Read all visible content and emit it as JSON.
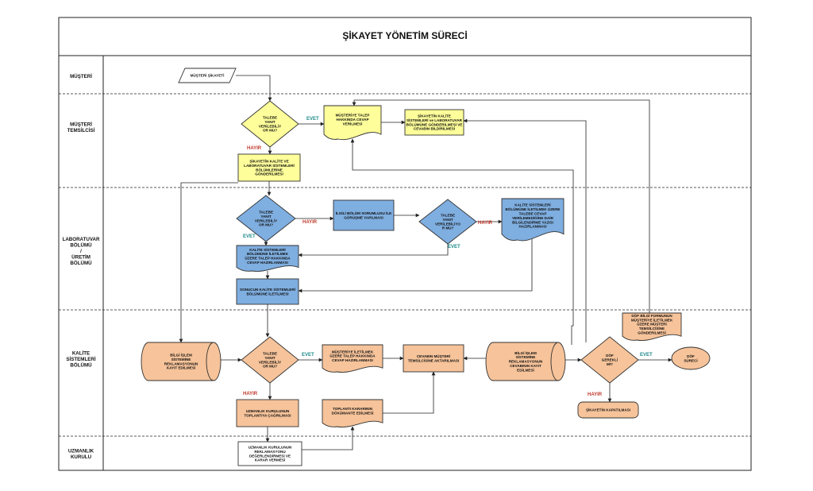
{
  "title": "ŞİKAYET YÖNETİM SÜRECİ",
  "colors": {
    "yellow": "#fefe9a",
    "blue": "#7faee0",
    "orange": "#f6c39a",
    "white": "#ffffff",
    "evet": "#1f8a8a",
    "hayir": "#c0392b"
  },
  "lanes": [
    {
      "id": "musteri",
      "label": [
        "MÜŞTERİ"
      ]
    },
    {
      "id": "temsilci",
      "label": [
        "MÜŞTERİ",
        "TEMSİLCİSİ"
      ]
    },
    {
      "id": "lab",
      "label": [
        "LABORATUVAR",
        "BÖLÜMÜ",
        "/",
        "ÜRETİM",
        "BÖLÜMÜ"
      ]
    },
    {
      "id": "kalite",
      "label": [
        "KALİTE",
        "SİSTEMLERİ",
        "BÖLÜMÜ"
      ]
    },
    {
      "id": "uzmanlik",
      "label": [
        "UZMANLIK",
        "KURULU"
      ]
    }
  ],
  "nodes": {
    "n1": {
      "shape": "parallelogram",
      "color": "white",
      "text": [
        "MÜŞTERİ ŞİKAYETİ"
      ]
    },
    "d1": {
      "shape": "diamond",
      "color": "yellow",
      "text": [
        "TALEBE",
        "YANIT",
        "VERİLEBİLİY",
        "OR MU?"
      ]
    },
    "n2": {
      "shape": "document",
      "color": "yellow",
      "text": [
        "MÜŞTERİYE TALEP",
        "HAKKINDA CEVAP",
        "VERİLMESİ"
      ]
    },
    "n3": {
      "shape": "rect",
      "color": "yellow",
      "text": [
        "ŞİKAYETİN KALİTE",
        "SİSTEMLERİ ve LABORATUVAR",
        "BÖLÜMÜNE GÖNDERİLMESİ VE",
        "CEVABIN BİLDİRİLMESİ"
      ]
    },
    "n4": {
      "shape": "rect",
      "color": "yellow",
      "text": [
        "ŞİKAYETİN KALİTE VE",
        "LABORATUVAR SİSTEMLERİ",
        "BÖLÜMLERİNE",
        "GÖNDERİLMESİ"
      ]
    },
    "d2": {
      "shape": "diamond",
      "color": "blue",
      "text": [
        "TALEBE",
        "YANIT",
        "VERİLEBİLİY",
        "OR MU?"
      ]
    },
    "n5": {
      "shape": "rect",
      "color": "blue",
      "text": [
        "İLGİLİ BÖLÜM SORUMLUSU İLE",
        "GÖRÜŞME YAPILMASI"
      ]
    },
    "d3": {
      "shape": "diamond",
      "color": "blue",
      "text": [
        "TALEBE",
        "YANIT",
        "VERİLEBİLİYO",
        "R MU?"
      ]
    },
    "n6": {
      "shape": "document",
      "color": "blue",
      "text": [
        "KALİTE SİSTEMLERİ",
        "BÖLÜMÜNE İLETİLMEK ÜZERE",
        "TALEBE CEVAP",
        "VERİLEMEDİĞİNE DAİR",
        "BİLGİLENDİRME YAZISI",
        "HAZIRLANMASI"
      ]
    },
    "n7": {
      "shape": "document",
      "color": "blue",
      "text": [
        "KALİTE SİSTEMLERİ",
        "BÖLÜMÜNE İLETİLMEK",
        "ÜZERE TALEP HAKKINDA",
        "CEVAP HAZIRLANMASI"
      ]
    },
    "n8": {
      "shape": "rect",
      "color": "blue",
      "text": [
        "SONUCUN KALİTE SİSTEMLERİ",
        "BÖLÜMÜNE İLETİLMESİ"
      ]
    },
    "n9": {
      "shape": "cylinder",
      "color": "orange",
      "text": [
        "BİLGİ İŞLEM",
        "SİSTEMİNE",
        "REKLAMASYONUN",
        "KAYIT EDİLMESİ"
      ]
    },
    "d4": {
      "shape": "diamond",
      "color": "orange",
      "text": [
        "TALEBE",
        "YANIT",
        "VERİLEBİLİY",
        "OR MU?"
      ]
    },
    "n10": {
      "shape": "document",
      "color": "orange",
      "text": [
        "MÜŞTERİYE İLETİLMEK",
        "ÜZERE TALEP HAKKINDA",
        "CEVAP HAZIRLANMASI"
      ]
    },
    "n11": {
      "shape": "rect",
      "color": "orange",
      "text": [
        "CEVABIN MÜŞTERİ",
        "TEMSİLCİSİNE AKTARILMASI"
      ]
    },
    "n12": {
      "shape": "cylinder",
      "color": "orange",
      "text": [
        "BİLGİ İŞLEM",
        "SİSTEMİNE",
        "REKLAMASYONUN",
        "CEVABININ KAYIT",
        "EDİLMESİ"
      ]
    },
    "d5": {
      "shape": "diamond",
      "color": "orange",
      "text": [
        "DÖF",
        "GEREKLİ",
        "Mİ?"
      ]
    },
    "n13": {
      "shape": "document",
      "color": "orange",
      "text": [
        "DÖF BİLGİ FORMUNUN",
        "MÜŞTERİYE İLETİLMEK",
        "ÜZERE MÜŞTERİ",
        "TEMSİLCİSİNE",
        "GÖNDERİLMESİ"
      ]
    },
    "n14": {
      "shape": "ellipse",
      "color": "orange",
      "text": [
        "DÖF",
        "SÜRECİ"
      ]
    },
    "n15": {
      "shape": "rounded",
      "color": "orange",
      "text": [
        "ŞİKAYETİN KAPATILMASI"
      ]
    },
    "n16": {
      "shape": "rect",
      "color": "orange",
      "text": [
        "UZMANLIK KURULUNUN",
        "TOPLANTIYA ÇAĞRILMASI"
      ]
    },
    "n17": {
      "shape": "document",
      "color": "orange",
      "text": [
        "TOPLANTI KARARININ",
        "DÖKÜMANTE EDİLMESİ"
      ]
    },
    "n18": {
      "shape": "rect",
      "color": "white",
      "text": [
        "UZMANLIK KURULUNUN",
        "REKLAMASYONU",
        "DEĞERLENDİRMESİ VE",
        "KARAR VERMESİ"
      ]
    }
  },
  "labels": {
    "evet": "EVET",
    "hayir": "HAYIR"
  }
}
